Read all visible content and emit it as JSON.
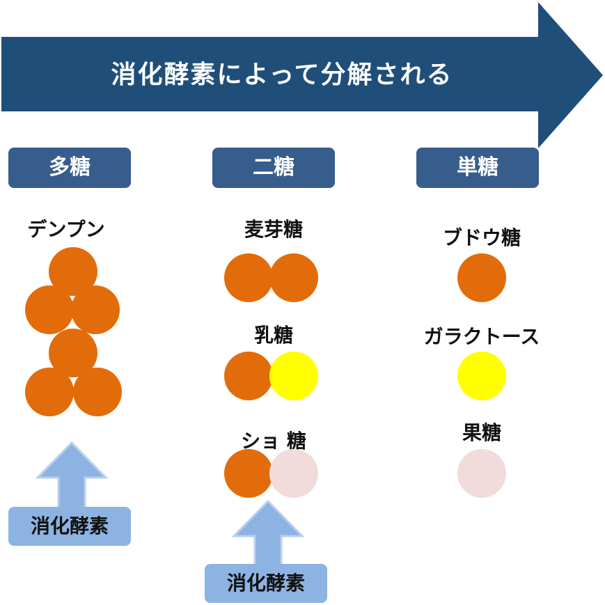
{
  "banner": {
    "title": "消化酵素によって分解される",
    "color": "#1f4e79"
  },
  "columns": [
    {
      "header": "多糖",
      "items": [
        {
          "label": "デンプン",
          "circles": [
            "orange",
            "orange",
            "orange",
            "orange",
            "orange",
            "orange"
          ]
        }
      ],
      "enzyme": "消化酵素"
    },
    {
      "header": "二糖",
      "items": [
        {
          "label": "麦芽糖",
          "circles": [
            "orange",
            "orange"
          ]
        },
        {
          "label": "乳糖",
          "circles": [
            "orange",
            "yellow"
          ]
        },
        {
          "label": "ショ 糖",
          "circles": [
            "orange",
            "pink"
          ]
        }
      ],
      "enzyme": "消化酵素"
    },
    {
      "header": "単糖",
      "items": [
        {
          "label": "ブドウ糖",
          "circles": [
            "orange"
          ]
        },
        {
          "label": "ガラクトース",
          "circles": [
            "yellow"
          ]
        },
        {
          "label": "果糖",
          "circles": [
            "pink"
          ]
        }
      ]
    }
  ],
  "colors": {
    "header_bg": "#375d8c",
    "enzyme_bg": "#8db3e2",
    "arrow_fill": "#8db3e2",
    "orange": "#e36c0a",
    "yellow": "#ffff00",
    "pink": "#f1dcdb"
  }
}
